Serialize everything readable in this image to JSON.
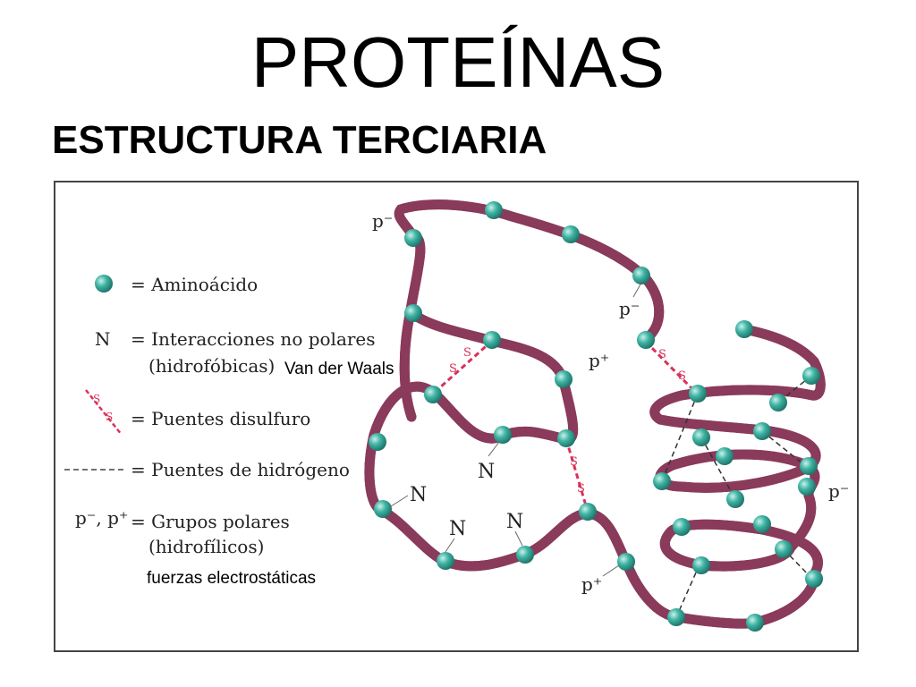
{
  "title": "PROTEÍNAS",
  "subtitle": "ESTRUCTURA TERCIARIA",
  "legend": {
    "aminoacid": "= Aminoácido",
    "n_symbol": "N",
    "nonpolar_1": "= Interacciones no polares",
    "nonpolar_2": "(hidrofóbicas)",
    "nonpolar_note": "Van der Waals",
    "disulfide": "= Puentes disulfuro",
    "hydrogen": "= Puentes de hidrógeno",
    "polar_symbol": "p⁻, p⁺",
    "polar_1": "= Grupos polares",
    "polar_2": "(hidrofílicos)",
    "polar_note": "fuerzas electrostáticas"
  },
  "diagram_labels": {
    "p_minus": "p⁻",
    "p_plus": "p⁺",
    "n": "N",
    "s": "S"
  },
  "colors": {
    "chain": "#c96a8c",
    "chain_edge": "#8a3a5a",
    "bead": "#3aa89a",
    "bead_highlight": "#bfeee6",
    "disulfide": "#d8325a"
  }
}
